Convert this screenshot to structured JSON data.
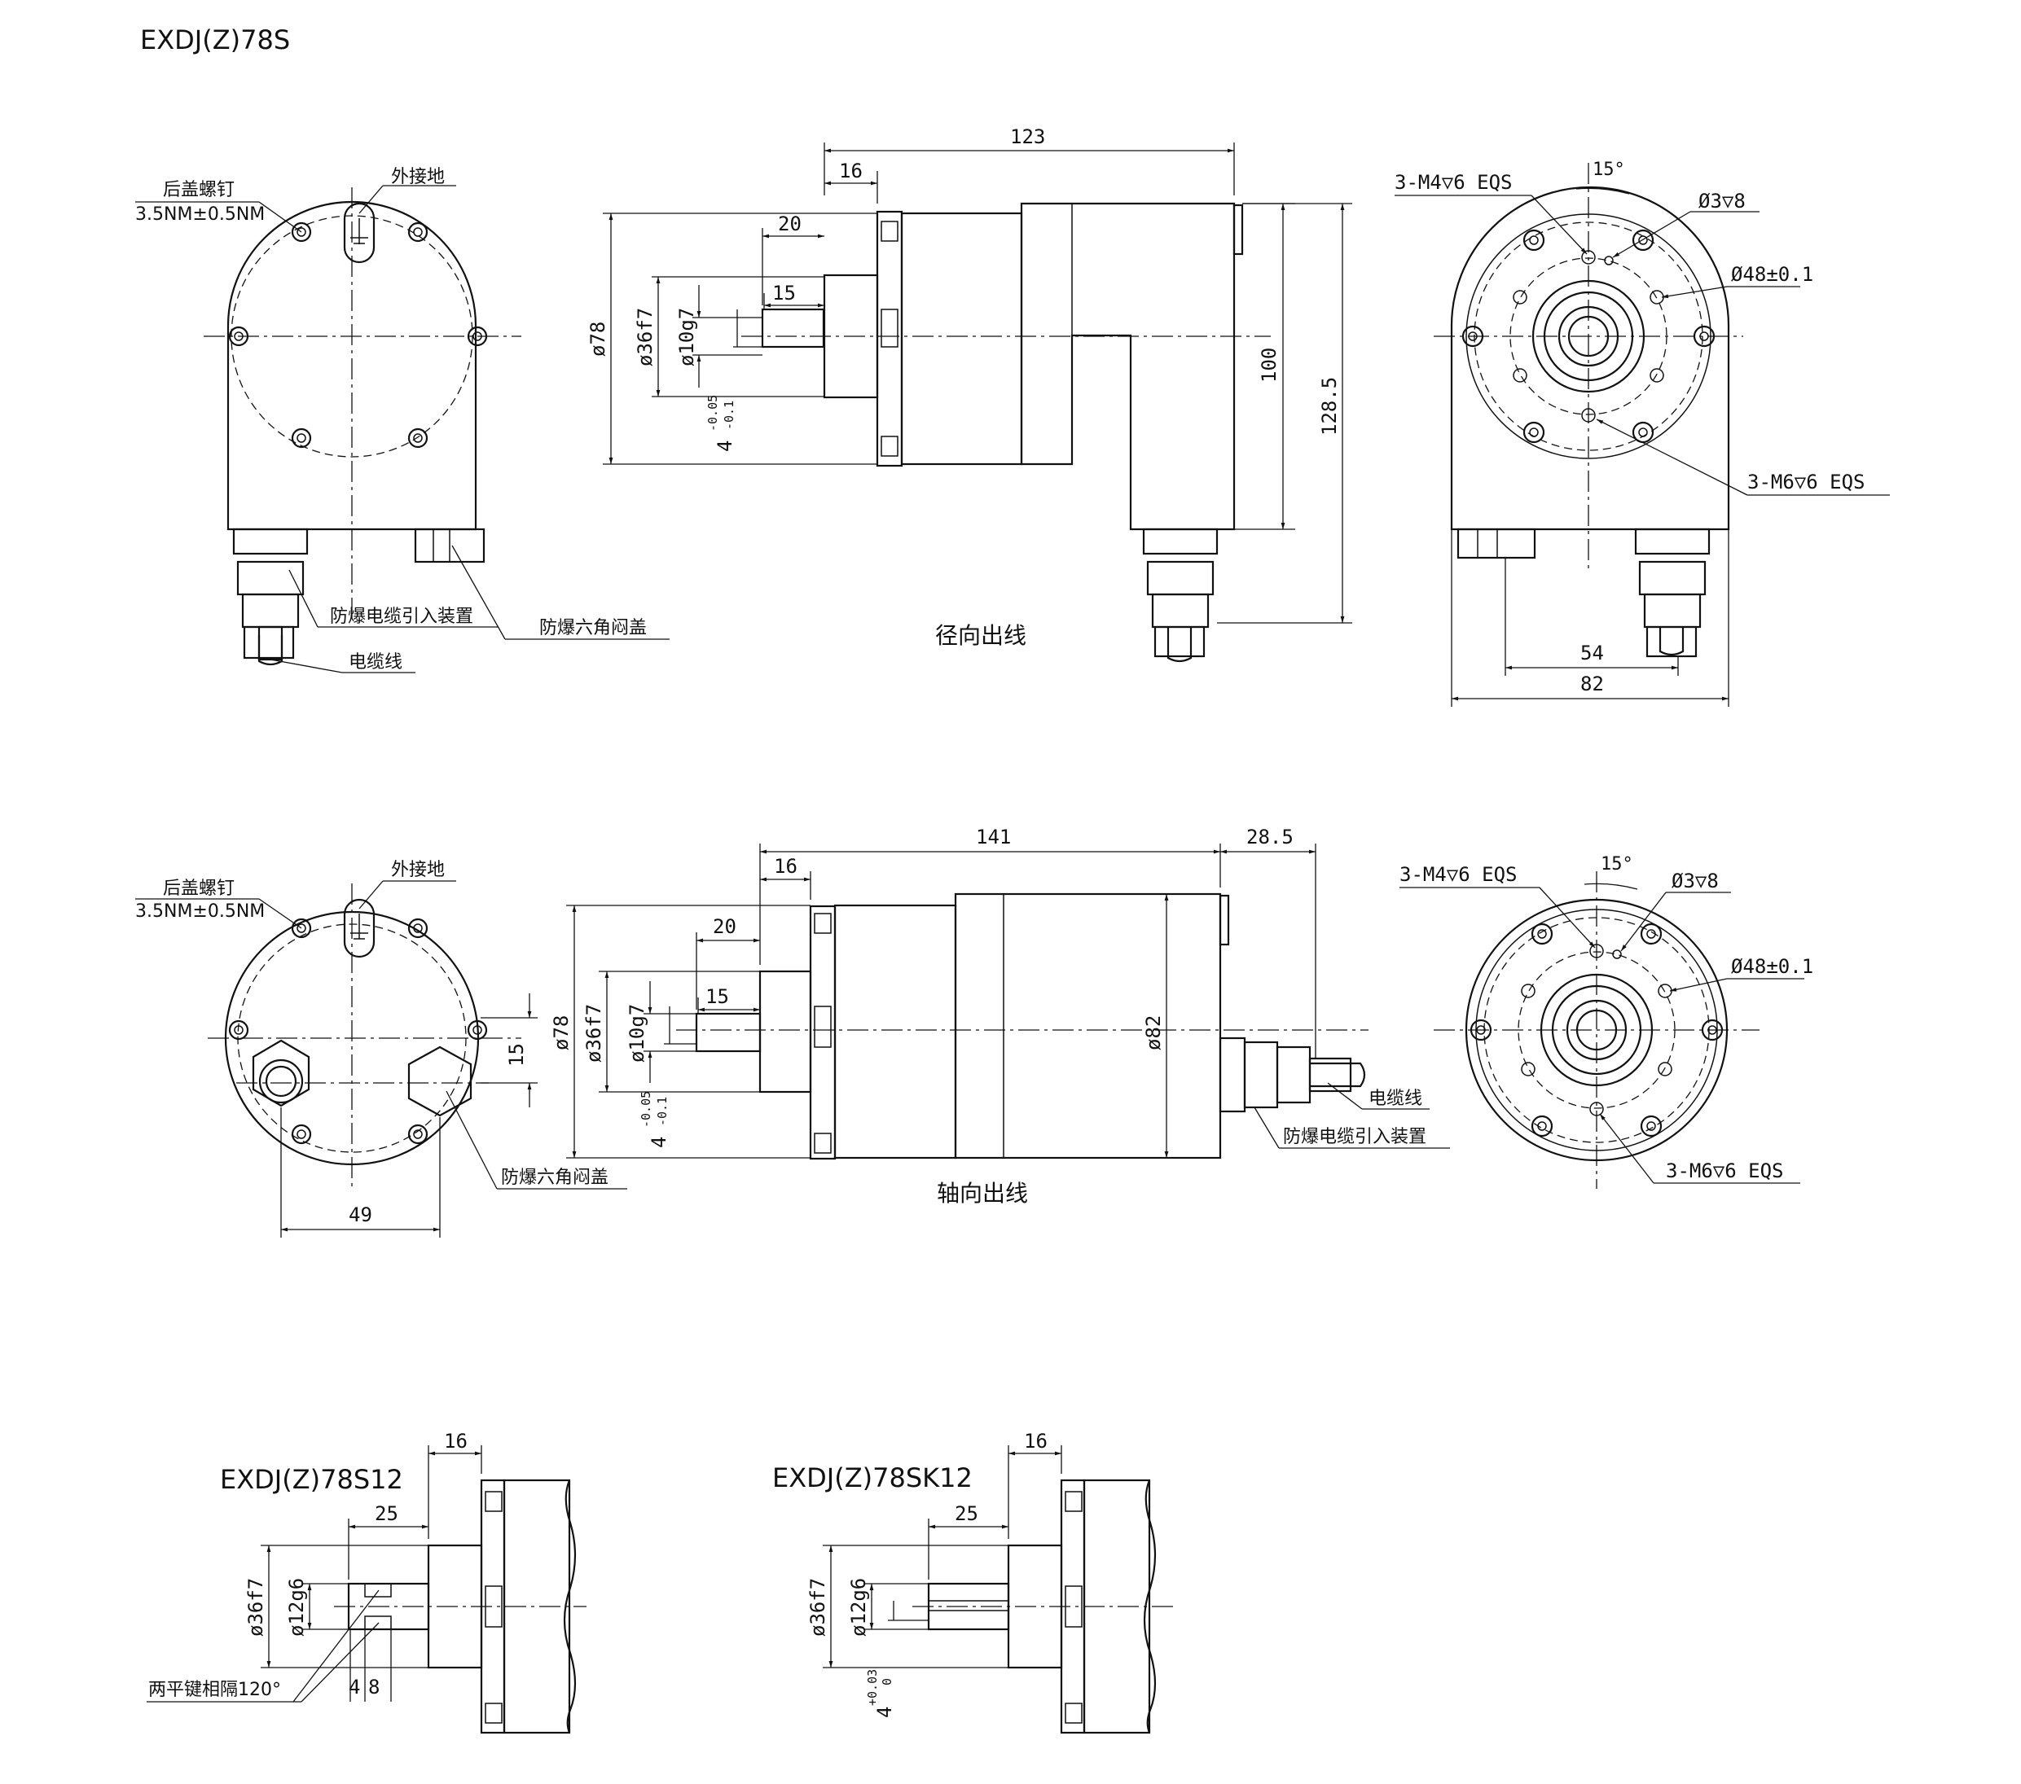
{
  "model_title": "EXDJ(Z)78S",
  "views": {
    "radial_caption": "径向出线",
    "axial_caption": "轴向出线"
  },
  "labels": {
    "rear_screw": "后盖螺钉",
    "rear_screw_torque": "3.5NM±0.5NM",
    "ground": "外接地",
    "cable_gland": "防爆电缆引入装置",
    "hex_plug": "防爆六角闷盖",
    "cable": "电缆线",
    "m4_holes": "3-M4▽6 EQS",
    "m6_holes": "3-M6▽6 EQS",
    "pin_hole": "Ø3▽8",
    "pcd": "Ø48±0.1",
    "angle": "15°",
    "key_note": "两平键相隔120°"
  },
  "dims_radial": {
    "len_total": "123",
    "flange": "16",
    "shaft": "20",
    "key": "15",
    "d_outer": "ø78",
    "d_pilot": "ø36f7",
    "d_shaft": "ø10g7",
    "key_tol": "4",
    "tol_up": "-0.05",
    "tol_dn": "-0.1",
    "h_box": "100",
    "h_total": "128.5",
    "w_inner": "54",
    "w_outer": "82"
  },
  "dims_axial": {
    "len_total": "141",
    "tail": "28.5",
    "flange": "16",
    "shaft": "20",
    "key": "15",
    "d_outer": "ø78",
    "d_pilot": "ø36f7",
    "d_shaft": "ø10g7",
    "d_body": "ø82",
    "offset": "15",
    "spacing": "49",
    "key_tol": "4",
    "tol_up": "-0.05",
    "tol_dn": "-0.1"
  },
  "variants": [
    {
      "title": "EXDJ(Z)78S12",
      "flange": "16",
      "shaft": "25",
      "d_pilot": "ø36f7",
      "d_shaft": "ø12g6",
      "key_a": "4",
      "key_b": "8"
    },
    {
      "title": "EXDJ(Z)78SK12",
      "flange": "16",
      "shaft": "25",
      "d_pilot": "ø36f7",
      "d_shaft": "ø12g6",
      "key_tol": "4",
      "tol_up": "+0.03",
      "tol_dn": "0"
    }
  ]
}
